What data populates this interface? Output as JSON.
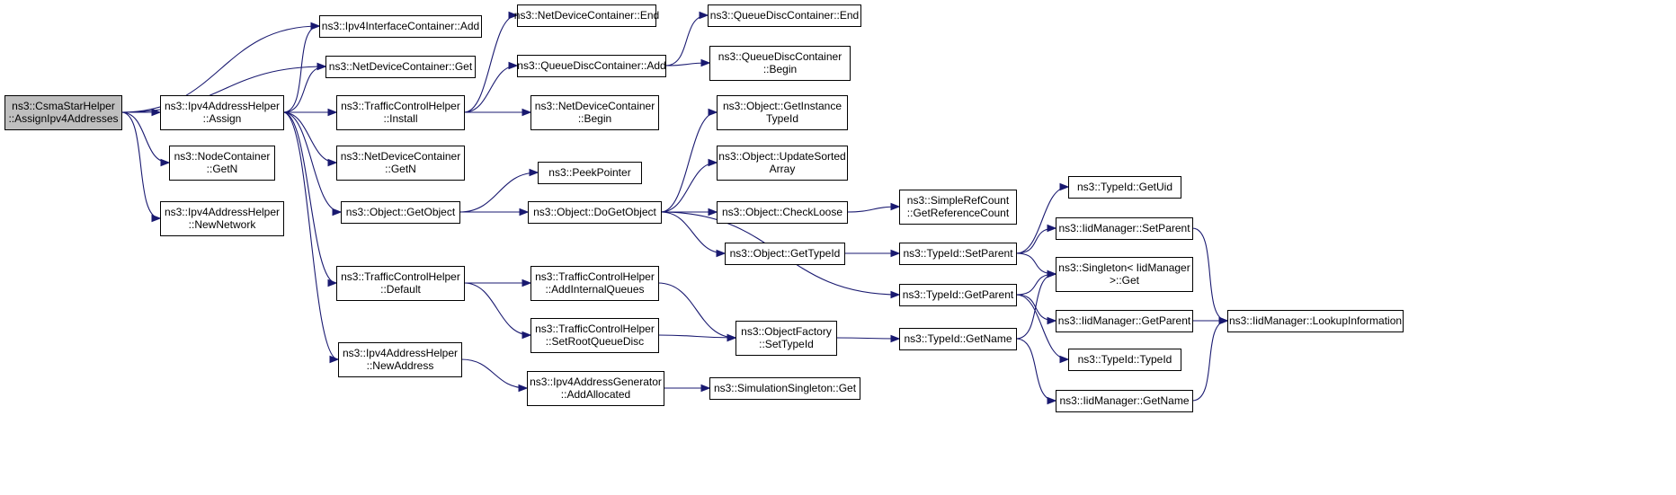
{
  "colors": {
    "edge": "#191970",
    "node_border": "#000000",
    "node_fill": "#ffffff",
    "root_fill": "#bfbfbf",
    "background": "#ffffff"
  },
  "diagram": {
    "type": "call-graph",
    "nodes": [
      {
        "id": "root",
        "lines": [
          "ns3::CsmaStarHelper",
          "::AssignIpv4Addresses"
        ],
        "root": true
      },
      {
        "id": "iic_add",
        "lines": [
          "ns3::Ipv4InterfaceContainer::Add"
        ]
      },
      {
        "id": "ndc_get",
        "lines": [
          "ns3::NetDeviceContainer::Get"
        ]
      },
      {
        "id": "iah_assign",
        "lines": [
          "ns3::Ipv4AddressHelper",
          "::Assign"
        ]
      },
      {
        "id": "nc_getn",
        "lines": [
          "ns3::NodeContainer",
          "::GetN"
        ]
      },
      {
        "id": "iah_newnet",
        "lines": [
          "ns3::Ipv4AddressHelper",
          "::NewNetwork"
        ]
      },
      {
        "id": "ndc_end",
        "lines": [
          "ns3::NetDeviceContainer::End"
        ]
      },
      {
        "id": "qdc_add",
        "lines": [
          "ns3::QueueDiscContainer::Add"
        ]
      },
      {
        "id": "tch_install",
        "lines": [
          "ns3::TrafficControlHelper",
          "::Install"
        ]
      },
      {
        "id": "ndc_getn",
        "lines": [
          "ns3::NetDeviceContainer",
          "::GetN"
        ]
      },
      {
        "id": "obj_getobject",
        "lines": [
          "ns3::Object::GetObject"
        ]
      },
      {
        "id": "tch_default",
        "lines": [
          "ns3::TrafficControlHelper",
          "::Default"
        ]
      },
      {
        "id": "iah_newaddr",
        "lines": [
          "ns3::Ipv4AddressHelper",
          "::NewAddress"
        ]
      },
      {
        "id": "qdc_end",
        "lines": [
          "ns3::QueueDiscContainer::End"
        ]
      },
      {
        "id": "qdc_begin",
        "lines": [
          "ns3::QueueDiscContainer",
          "::Begin"
        ]
      },
      {
        "id": "ndc_begin",
        "lines": [
          "ns3::NetDeviceContainer",
          "::Begin"
        ]
      },
      {
        "id": "peekpointer",
        "lines": [
          "ns3::PeekPointer"
        ]
      },
      {
        "id": "obj_dogetobject",
        "lines": [
          "ns3::Object::DoGetObject"
        ]
      },
      {
        "id": "tch_addinternal",
        "lines": [
          "ns3::TrafficControlHelper",
          "::AddInternalQueues"
        ]
      },
      {
        "id": "tch_setroot",
        "lines": [
          "ns3::TrafficControlHelper",
          "::SetRootQueueDisc"
        ]
      },
      {
        "id": "iag_addalloc",
        "lines": [
          "ns3::Ipv4AddressGenerator",
          "::AddAllocated"
        ]
      },
      {
        "id": "obj_getinstance",
        "lines": [
          "ns3::Object::GetInstance",
          "TypeId"
        ]
      },
      {
        "id": "obj_updatesorted",
        "lines": [
          "ns3::Object::UpdateSorted",
          "Array"
        ]
      },
      {
        "id": "obj_checkloose",
        "lines": [
          "ns3::Object::CheckLoose"
        ]
      },
      {
        "id": "obj_gettypeid",
        "lines": [
          "ns3::Object::GetTypeId"
        ]
      },
      {
        "id": "of_settypeid",
        "lines": [
          "ns3::ObjectFactory",
          "::SetTypeId"
        ]
      },
      {
        "id": "simsingleton_get",
        "lines": [
          "ns3::SimulationSingleton::Get"
        ]
      },
      {
        "id": "src_getref",
        "lines": [
          "ns3::SimpleRefCount",
          "::GetReferenceCount"
        ]
      },
      {
        "id": "tid_setparent",
        "lines": [
          "ns3::TypeId::SetParent"
        ]
      },
      {
        "id": "tid_getparent",
        "lines": [
          "ns3::TypeId::GetParent"
        ]
      },
      {
        "id": "tid_getname",
        "lines": [
          "ns3::TypeId::GetName"
        ]
      },
      {
        "id": "tid_getuid",
        "lines": [
          "ns3::TypeId::GetUid"
        ]
      },
      {
        "id": "iid_setparent",
        "lines": [
          "ns3::IidManager::SetParent"
        ]
      },
      {
        "id": "singleton_get",
        "lines": [
          "ns3::Singleton< IidManager",
          " >::Get"
        ]
      },
      {
        "id": "iid_getparent",
        "lines": [
          "ns3::IidManager::GetParent"
        ]
      },
      {
        "id": "tid_typeid",
        "lines": [
          "ns3::TypeId::TypeId"
        ]
      },
      {
        "id": "iid_getname",
        "lines": [
          "ns3::IidManager::GetName"
        ]
      },
      {
        "id": "iid_lookup",
        "lines": [
          "ns3::IidManager::LookupInformation"
        ]
      }
    ],
    "edges": [
      [
        "root",
        "iic_add"
      ],
      [
        "root",
        "ndc_get"
      ],
      [
        "root",
        "iah_assign"
      ],
      [
        "root",
        "nc_getn"
      ],
      [
        "root",
        "iah_newnet"
      ],
      [
        "iah_assign",
        "iic_add"
      ],
      [
        "iah_assign",
        "ndc_get"
      ],
      [
        "iah_assign",
        "tch_install"
      ],
      [
        "iah_assign",
        "ndc_getn"
      ],
      [
        "iah_assign",
        "obj_getobject"
      ],
      [
        "iah_assign",
        "tch_default"
      ],
      [
        "iah_assign",
        "iah_newaddr"
      ],
      [
        "tch_install",
        "ndc_end"
      ],
      [
        "tch_install",
        "qdc_add"
      ],
      [
        "tch_install",
        "ndc_begin"
      ],
      [
        "qdc_add",
        "qdc_end"
      ],
      [
        "qdc_add",
        "qdc_begin"
      ],
      [
        "obj_getobject",
        "peekpointer"
      ],
      [
        "obj_getobject",
        "obj_dogetobject"
      ],
      [
        "obj_dogetobject",
        "obj_getinstance"
      ],
      [
        "obj_dogetobject",
        "obj_updatesorted"
      ],
      [
        "obj_dogetobject",
        "obj_checkloose"
      ],
      [
        "obj_dogetobject",
        "obj_gettypeid"
      ],
      [
        "obj_dogetobject",
        "tid_getparent"
      ],
      [
        "obj_checkloose",
        "src_getref"
      ],
      [
        "obj_gettypeid",
        "tid_setparent"
      ],
      [
        "tch_default",
        "tch_addinternal"
      ],
      [
        "tch_default",
        "tch_setroot"
      ],
      [
        "tch_addinternal",
        "of_settypeid"
      ],
      [
        "tch_setroot",
        "of_settypeid"
      ],
      [
        "of_settypeid",
        "tid_getname"
      ],
      [
        "iah_newaddr",
        "iag_addalloc"
      ],
      [
        "iag_addalloc",
        "simsingleton_get"
      ],
      [
        "tid_setparent",
        "tid_getuid"
      ],
      [
        "tid_setparent",
        "iid_setparent"
      ],
      [
        "tid_setparent",
        "singleton_get"
      ],
      [
        "tid_getparent",
        "singleton_get"
      ],
      [
        "tid_getparent",
        "iid_getparent"
      ],
      [
        "tid_getparent",
        "tid_typeid"
      ],
      [
        "tid_getname",
        "singleton_get"
      ],
      [
        "tid_getname",
        "iid_getname"
      ],
      [
        "iid_setparent",
        "iid_lookup"
      ],
      [
        "iid_getparent",
        "iid_lookup"
      ],
      [
        "iid_getname",
        "iid_lookup"
      ]
    ]
  }
}
